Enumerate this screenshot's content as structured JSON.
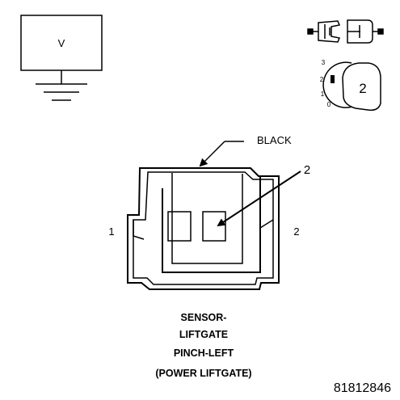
{
  "meter": {
    "symbol": "V"
  },
  "position_indicator": {
    "selected": "2",
    "scale": [
      "3",
      "2",
      "1",
      "0"
    ]
  },
  "connector": {
    "color_label": "BLACK",
    "pin_callout": "2",
    "pin_left": "1",
    "pin_right": "2"
  },
  "caption": {
    "line1": "SENSOR-",
    "line2": "LIFTGATE",
    "line3": "PINCH-LEFT",
    "line4": "(POWER LIFTGATE)"
  },
  "figure_id": "81812846",
  "colors": {
    "ink": "#000000",
    "background": "#ffffff"
  }
}
